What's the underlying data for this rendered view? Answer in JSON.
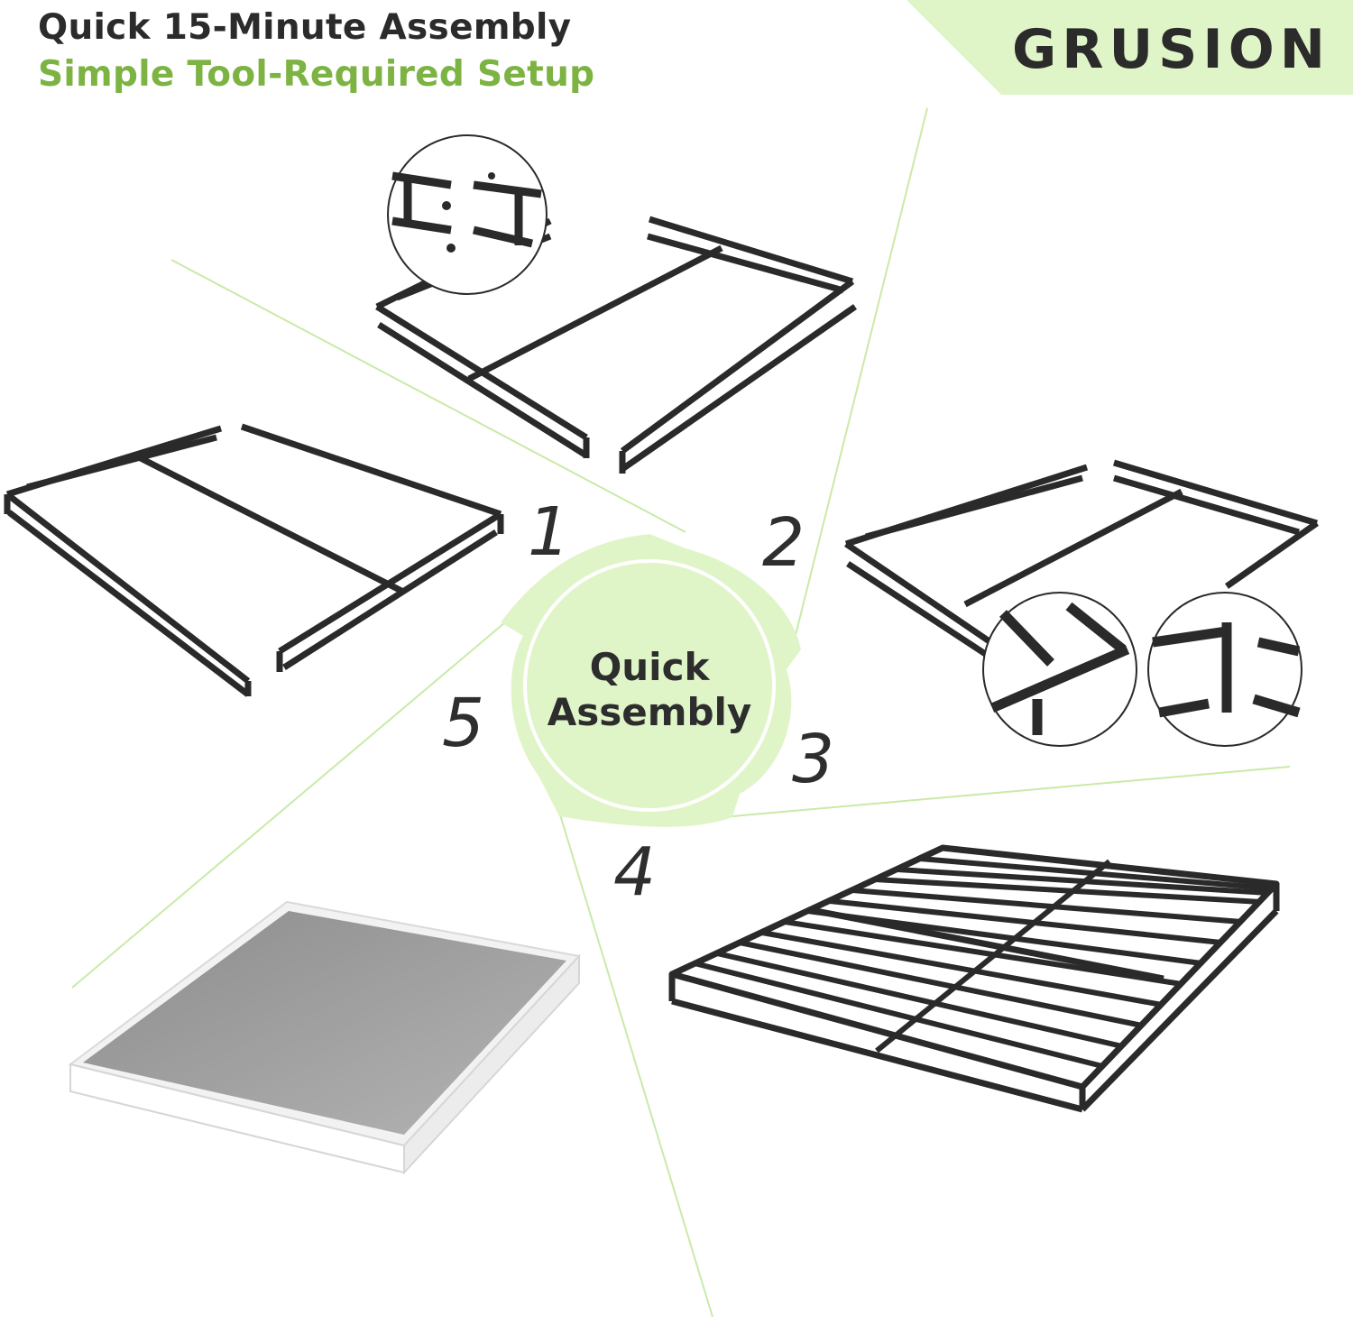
{
  "headline": {
    "line1": "Quick 15-Minute Assembly",
    "line2": "Simple Tool-Required Setup"
  },
  "brand": {
    "name": "GRUSION"
  },
  "center": {
    "line1": "Quick",
    "line2": "Assembly"
  },
  "steps": [
    "1",
    "2",
    "3",
    "4",
    "5"
  ],
  "colors": {
    "accent_green": "#7cb342",
    "light_green": "#dff5c8",
    "frame_black": "#2a2a2a",
    "text_dark": "#2b2b2b"
  }
}
